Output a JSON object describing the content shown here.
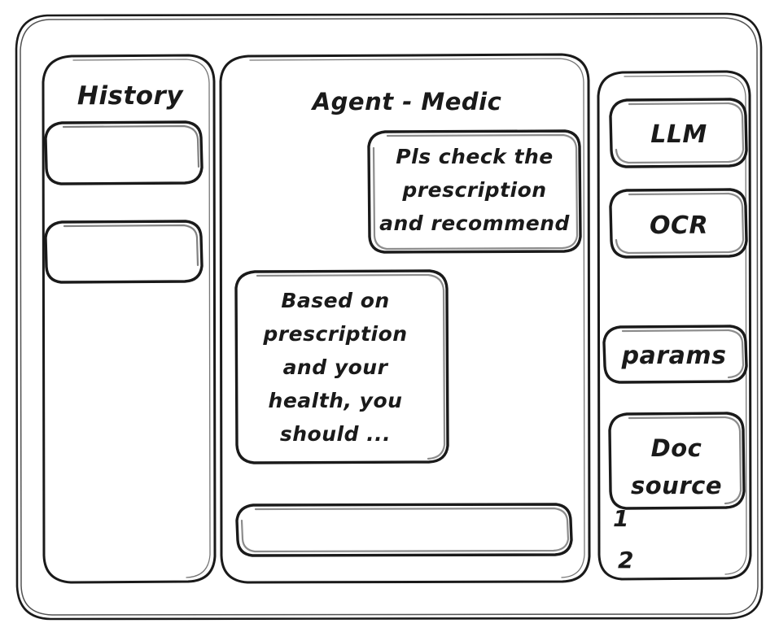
{
  "window": {
    "style": "hand-drawn-wireframe",
    "stroke_color": "#1a1a1a",
    "background_color": "#ffffff"
  },
  "sidebar_left": {
    "title": "History",
    "items": [
      {
        "label": "",
        "name": "history-item-1"
      },
      {
        "label": "",
        "name": "history-item-2"
      }
    ]
  },
  "main": {
    "title": "Agent - Medic",
    "messages": [
      {
        "role": "user",
        "align": "right",
        "lines": [
          "Pls check the",
          "prescription",
          "and recommend"
        ]
      },
      {
        "role": "assistant",
        "align": "left",
        "lines": [
          "Based on",
          "prescription",
          "and your",
          "health, you",
          "should ..."
        ]
      }
    ],
    "composer": {
      "value": "",
      "placeholder": ""
    }
  },
  "sidebar_right": {
    "buttons": [
      {
        "label": "LLM",
        "name": "llm-button"
      },
      {
        "label": "OCR",
        "name": "ocr-button"
      },
      {
        "label": "params",
        "name": "params-button"
      }
    ],
    "doc_source": {
      "lines": [
        "Doc",
        "source"
      ]
    },
    "doc_source_list": [
      "1",
      "2"
    ]
  }
}
